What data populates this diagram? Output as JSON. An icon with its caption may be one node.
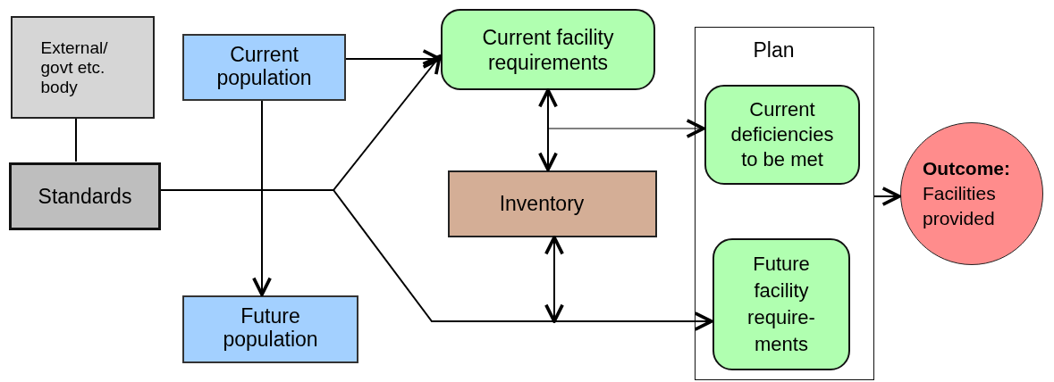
{
  "diagram": {
    "nodes": [
      {
        "text": [
          "External/ govt etc. body"
        ]
      },
      {
        "text": [
          "Current population"
        ]
      },
      {
        "text": [
          "Standards"
        ]
      },
      {
        "text": [
          "Current facility requirements"
        ]
      },
      {
        "text": [
          "Plan"
        ]
      },
      {
        "text": [
          "Current deficiencies to be met"
        ],
        "in": 4
      },
      {
        "text": [
          "Inventory"
        ]
      },
      {
        "text": [
          "Future facility require- ments"
        ],
        "in": 4
      },
      {
        "text": [
          "**Outcome:** Facilities provided"
        ]
      },
      {
        "text": [
          "Future population"
        ]
      }
    ],
    "edges": [
      {
        "from": 0,
        "to": 2,
        "arrow": "none"
      },
      {
        "from": 1,
        "to": 3,
        "arrow": "to"
      },
      {
        "from": 1,
        "to": 9,
        "arrow": "to"
      },
      {
        "from": 2,
        "to": 3,
        "arrow": "to"
      },
      {
        "from": 2,
        "to": 7,
        "arrow": "to"
      },
      {
        "from": 3,
        "to": 6,
        "arrow": "both"
      },
      {
        "from": null,
        "to": 5,
        "arrow": "to"
      },
      {
        "from": 6,
        "to": null,
        "arrow": "both"
      },
      {
        "from": 4,
        "to": 8,
        "arrow": "to"
      }
    ]
  }
}
